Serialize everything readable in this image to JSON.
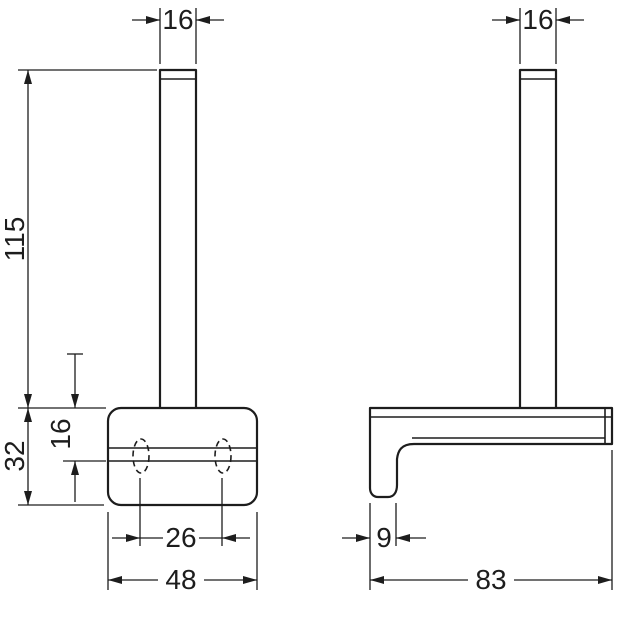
{
  "front_view": {
    "bar_width_mm": "16",
    "bar_height_mm": "115",
    "body_height_mm": "32",
    "roll_offset_mm": "16",
    "pin_spacing_mm": "26",
    "body_width_mm": "48"
  },
  "side_view": {
    "bar_width_mm": "16",
    "hook_depth_mm": "9",
    "body_depth_mm": "83"
  },
  "colors": {
    "line": "#1d1d1d",
    "background": "#ffffff"
  }
}
